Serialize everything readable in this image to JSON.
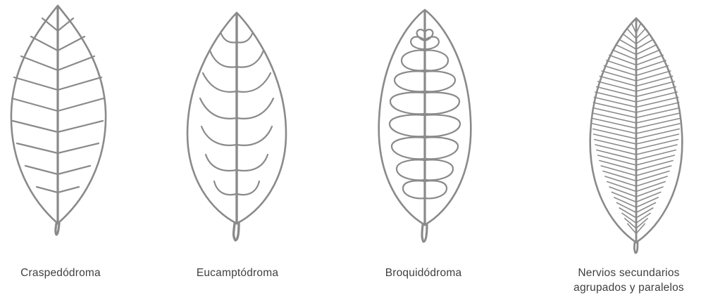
{
  "diagram": {
    "leaves": [
      {
        "id": "craspedodroma",
        "label": "Craspedódroma"
      },
      {
        "id": "eucamptodroma",
        "label": "Eucamptódroma"
      },
      {
        "id": "broquidodroma",
        "label": "Broquidódroma"
      },
      {
        "id": "paralelos",
        "label_line1": "Nervios secundarios",
        "label_line2": "agrupados y paralelos"
      }
    ],
    "colors": {
      "stroke": "#8a8a8a",
      "text": "#3f3f3f",
      "background": "#ffffff"
    }
  }
}
